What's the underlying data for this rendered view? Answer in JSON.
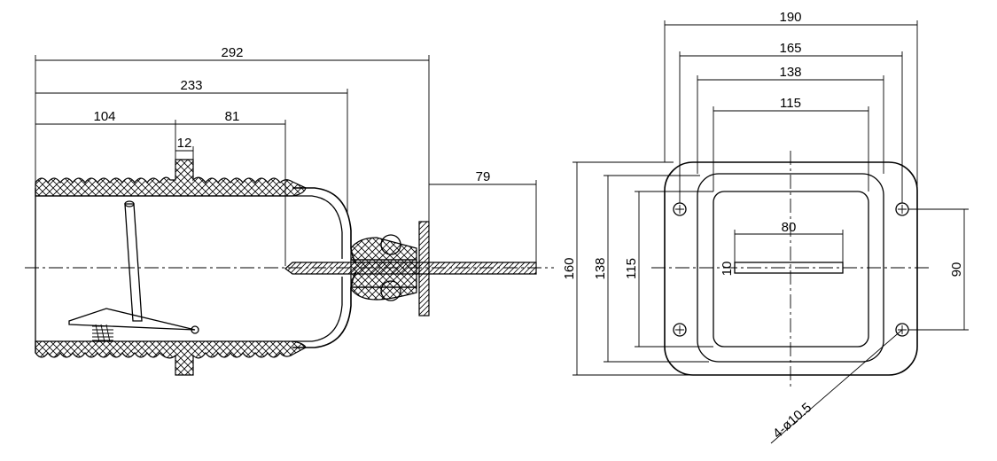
{
  "side_view": {
    "dims": {
      "overall_length": "292",
      "body_length": "233",
      "left_section": "104",
      "middle_section": "81",
      "flange_width": "12",
      "terminal_length": "79"
    }
  },
  "front_view": {
    "dims": {
      "flange_width": "190",
      "hole_spacing_x": "165",
      "frame_width": "138",
      "inner_width": "115",
      "flange_height": "160",
      "frame_height": "138",
      "inner_height": "115",
      "slot_length": "80",
      "slot_height": "10",
      "hole_spacing_y": "90",
      "hole_note": "4-ø10.5"
    }
  }
}
